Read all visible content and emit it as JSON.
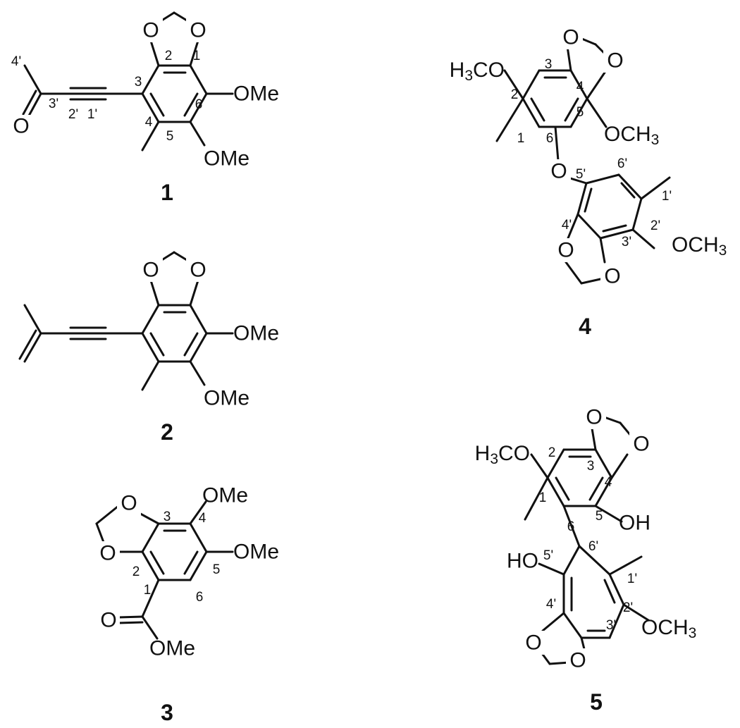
{
  "compounds": [
    {
      "id": "1",
      "atoms": [
        "O",
        "O",
        "OMe",
        "OMe",
        "O"
      ],
      "numbers": [
        "1",
        "2",
        "3",
        "4",
        "5",
        "6",
        "1'",
        "2'",
        "3'",
        "4'"
      ]
    },
    {
      "id": "2",
      "atoms": [
        "O",
        "O",
        "OMe",
        "OMe"
      ]
    },
    {
      "id": "3",
      "atoms": [
        "O",
        "O",
        "OMe",
        "OMe",
        "O",
        "OMe"
      ],
      "numbers": [
        "1",
        "2",
        "3",
        "4",
        "5",
        "6"
      ]
    },
    {
      "id": "4",
      "atoms": [
        "O",
        "O",
        "H3CO",
        "OCH3",
        "O",
        "O",
        "O",
        "OCH3"
      ],
      "numbers": [
        "1",
        "2",
        "3",
        "4",
        "5",
        "6",
        "1'",
        "2'",
        "3'",
        "4'",
        "5'",
        "6'"
      ]
    },
    {
      "id": "5",
      "atoms": [
        "O",
        "O",
        "H3CO",
        "OH",
        "HO",
        "O",
        "O",
        "OCH3"
      ],
      "numbers": [
        "1",
        "2",
        "3",
        "4",
        "5",
        "6",
        "1'",
        "2'",
        "3'",
        "4'",
        "5'",
        "6'"
      ]
    }
  ]
}
